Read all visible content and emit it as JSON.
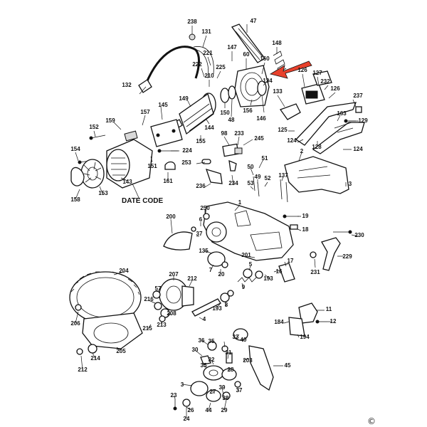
{
  "annotation": {
    "date_code_text": "DATE CODE",
    "copyright_symbol": "©"
  },
  "arrow_color": "#e8412c",
  "parts": [
    {
      "id": "p238",
      "label": "238"
    },
    {
      "id": "p131",
      "label": "131"
    },
    {
      "id": "p47",
      "label": "47"
    },
    {
      "id": "p148",
      "label": "148"
    },
    {
      "id": "p147",
      "label": "147"
    },
    {
      "id": "p221",
      "label": "221"
    },
    {
      "id": "p60",
      "label": "60"
    },
    {
      "id": "p160",
      "label": "160"
    },
    {
      "id": "p225",
      "label": "225"
    },
    {
      "id": "p222",
      "label": "222"
    },
    {
      "id": "p210",
      "label": "210"
    },
    {
      "id": "p126a",
      "label": "126"
    },
    {
      "id": "p127",
      "label": "127"
    },
    {
      "id": "p134",
      "label": "134"
    },
    {
      "id": "p232",
      "label": "232"
    },
    {
      "id": "p132",
      "label": "132"
    },
    {
      "id": "p126b",
      "label": "126"
    },
    {
      "id": "p133",
      "label": "133"
    },
    {
      "id": "p237",
      "label": "237"
    },
    {
      "id": "p149",
      "label": "149"
    },
    {
      "id": "p145",
      "label": "145"
    },
    {
      "id": "p157",
      "label": "157"
    },
    {
      "id": "p150",
      "label": "150"
    },
    {
      "id": "p48",
      "label": "48"
    },
    {
      "id": "p156",
      "label": "156"
    },
    {
      "id": "p146",
      "label": "146"
    },
    {
      "id": "p163",
      "label": "163"
    },
    {
      "id": "p129",
      "label": "129"
    },
    {
      "id": "p159",
      "label": "159"
    },
    {
      "id": "p152",
      "label": "152"
    },
    {
      "id": "p144",
      "label": "144"
    },
    {
      "id": "p125",
      "label": "125"
    },
    {
      "id": "p98",
      "label": "98"
    },
    {
      "id": "p233",
      "label": "233"
    },
    {
      "id": "p245",
      "label": "245"
    },
    {
      "id": "p155",
      "label": "155"
    },
    {
      "id": "p124a",
      "label": "124"
    },
    {
      "id": "p128",
      "label": "128"
    },
    {
      "id": "p124b",
      "label": "124"
    },
    {
      "id": "p154",
      "label": "154"
    },
    {
      "id": "p224",
      "label": "224"
    },
    {
      "id": "p2",
      "label": "2"
    },
    {
      "id": "p51",
      "label": "51"
    },
    {
      "id": "p151",
      "label": "151"
    },
    {
      "id": "p253",
      "label": "253"
    },
    {
      "id": "p50",
      "label": "50"
    },
    {
      "id": "p137",
      "label": "137"
    },
    {
      "id": "p143",
      "label": "143"
    },
    {
      "id": "p161",
      "label": "161"
    },
    {
      "id": "p49",
      "label": "49"
    },
    {
      "id": "p52",
      "label": "52"
    },
    {
      "id": "p3",
      "label": "3"
    },
    {
      "id": "p53",
      "label": "53"
    },
    {
      "id": "p234",
      "label": "234"
    },
    {
      "id": "p236",
      "label": "236"
    },
    {
      "id": "p153",
      "label": "153"
    },
    {
      "id": "p158",
      "label": "158"
    },
    {
      "id": "p1",
      "label": "1"
    },
    {
      "id": "p250",
      "label": "250"
    },
    {
      "id": "p200",
      "label": "200"
    },
    {
      "id": "p19",
      "label": "19"
    },
    {
      "id": "p6",
      "label": "6"
    },
    {
      "id": "p18",
      "label": "18"
    },
    {
      "id": "p37a",
      "label": "37"
    },
    {
      "id": "p230",
      "label": "230"
    },
    {
      "id": "p135",
      "label": "135"
    },
    {
      "id": "p229",
      "label": "229"
    },
    {
      "id": "p201",
      "label": "201"
    },
    {
      "id": "p17",
      "label": "17"
    },
    {
      "id": "p231",
      "label": "231"
    },
    {
      "id": "p5",
      "label": "5"
    },
    {
      "id": "p7",
      "label": "7"
    },
    {
      "id": "p20",
      "label": "20"
    },
    {
      "id": "p16",
      "label": "16"
    },
    {
      "id": "p204",
      "label": "204"
    },
    {
      "id": "p207",
      "label": "207"
    },
    {
      "id": "p212a",
      "label": "212"
    },
    {
      "id": "p193a",
      "label": "193"
    },
    {
      "id": "p9",
      "label": "9"
    },
    {
      "id": "p57",
      "label": "57"
    },
    {
      "id": "p216",
      "label": "216"
    },
    {
      "id": "p8",
      "label": "8"
    },
    {
      "id": "p208",
      "label": "208"
    },
    {
      "id": "p193b",
      "label": "193"
    },
    {
      "id": "p206",
      "label": "206"
    },
    {
      "id": "p213",
      "label": "213"
    },
    {
      "id": "p215",
      "label": "215"
    },
    {
      "id": "p4",
      "label": "4"
    },
    {
      "id": "p11",
      "label": "11"
    },
    {
      "id": "p184",
      "label": "184"
    },
    {
      "id": "p12",
      "label": "12"
    },
    {
      "id": "p194",
      "label": "194"
    },
    {
      "id": "p33",
      "label": "33"
    },
    {
      "id": "p36",
      "label": "36"
    },
    {
      "id": "p35a",
      "label": "35"
    },
    {
      "id": "p40",
      "label": "40"
    },
    {
      "id": "p30",
      "label": "30"
    },
    {
      "id": "p205",
      "label": "205"
    },
    {
      "id": "p214",
      "label": "214"
    },
    {
      "id": "p31",
      "label": "31"
    },
    {
      "id": "p32",
      "label": "32"
    },
    {
      "id": "p203",
      "label": "203"
    },
    {
      "id": "p35b",
      "label": "35"
    },
    {
      "id": "p212b",
      "label": "212"
    },
    {
      "id": "p45",
      "label": "45"
    },
    {
      "id": "p28",
      "label": "28"
    },
    {
      "id": "p37b",
      "label": "37"
    },
    {
      "id": "p3b",
      "label": "3"
    },
    {
      "id": "p39",
      "label": "39"
    },
    {
      "id": "p27",
      "label": "27"
    },
    {
      "id": "p23",
      "label": "23"
    },
    {
      "id": "p26",
      "label": "26"
    },
    {
      "id": "p44",
      "label": "44"
    },
    {
      "id": "p29",
      "label": "29"
    },
    {
      "id": "p38",
      "label": "38"
    },
    {
      "id": "p24",
      "label": "24"
    }
  ]
}
